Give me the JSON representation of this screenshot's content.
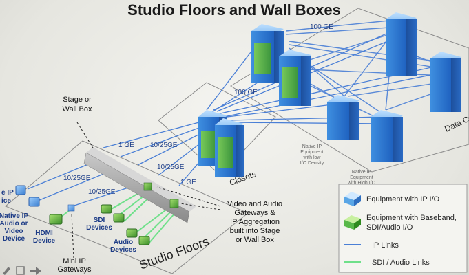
{
  "title": "Studio Floors and Wall Boxes",
  "labels": {
    "stage_wall_box": [
      "Stage or",
      "Wall Box"
    ],
    "link_100ge_top": "100 GE",
    "link_100ge_mid": "100 GE",
    "link_1ge_a": "1 GE",
    "link_1025_a": "10/25GE",
    "link_1025_b": "10/25GE",
    "link_1025_c": "10/25GE",
    "link_1025_d": "10/25GE",
    "link_1ge_b": "1 GE",
    "closets": "Closets",
    "data_center": "Data Ce",
    "studio_floors": "Studio Floors",
    "native_ip_low": [
      "Native IP",
      "Equipment",
      "with low",
      "I/O Density"
    ],
    "native_ip_high": [
      "Native IP",
      "Equipment",
      "with High I/O"
    ],
    "native_ip_device_top": [
      "e IP",
      "ice"
    ],
    "native_ip_audio": [
      "Native IP",
      "Audio or",
      "Video",
      "Device"
    ],
    "hdmi_device": [
      "HDMI",
      "Device"
    ],
    "sdi_devices": [
      "SDI",
      "Devices"
    ],
    "audio_devices": [
      "Audio",
      "Devices"
    ],
    "mini_ip_gateways": [
      "Mini IP",
      "Gateways"
    ],
    "gateway_note": [
      "Video and Audio",
      "Gateways &",
      "IP Aggregation",
      "built into Stage",
      "or Wall Box"
    ]
  },
  "legend": {
    "ip_io": "Equipment with IP I/O",
    "baseband": [
      "Equipment with Baseband,",
      "SDI/Audio I/O"
    ],
    "ip_links": "IP Links",
    "sdi_links": "SDI / Audio Links"
  },
  "colors": {
    "ip_blue": "#5aa6e6",
    "baseband_green": "#59b84a",
    "ip_link": "#4a7fd6",
    "sdi_link": "#6fe08a"
  }
}
